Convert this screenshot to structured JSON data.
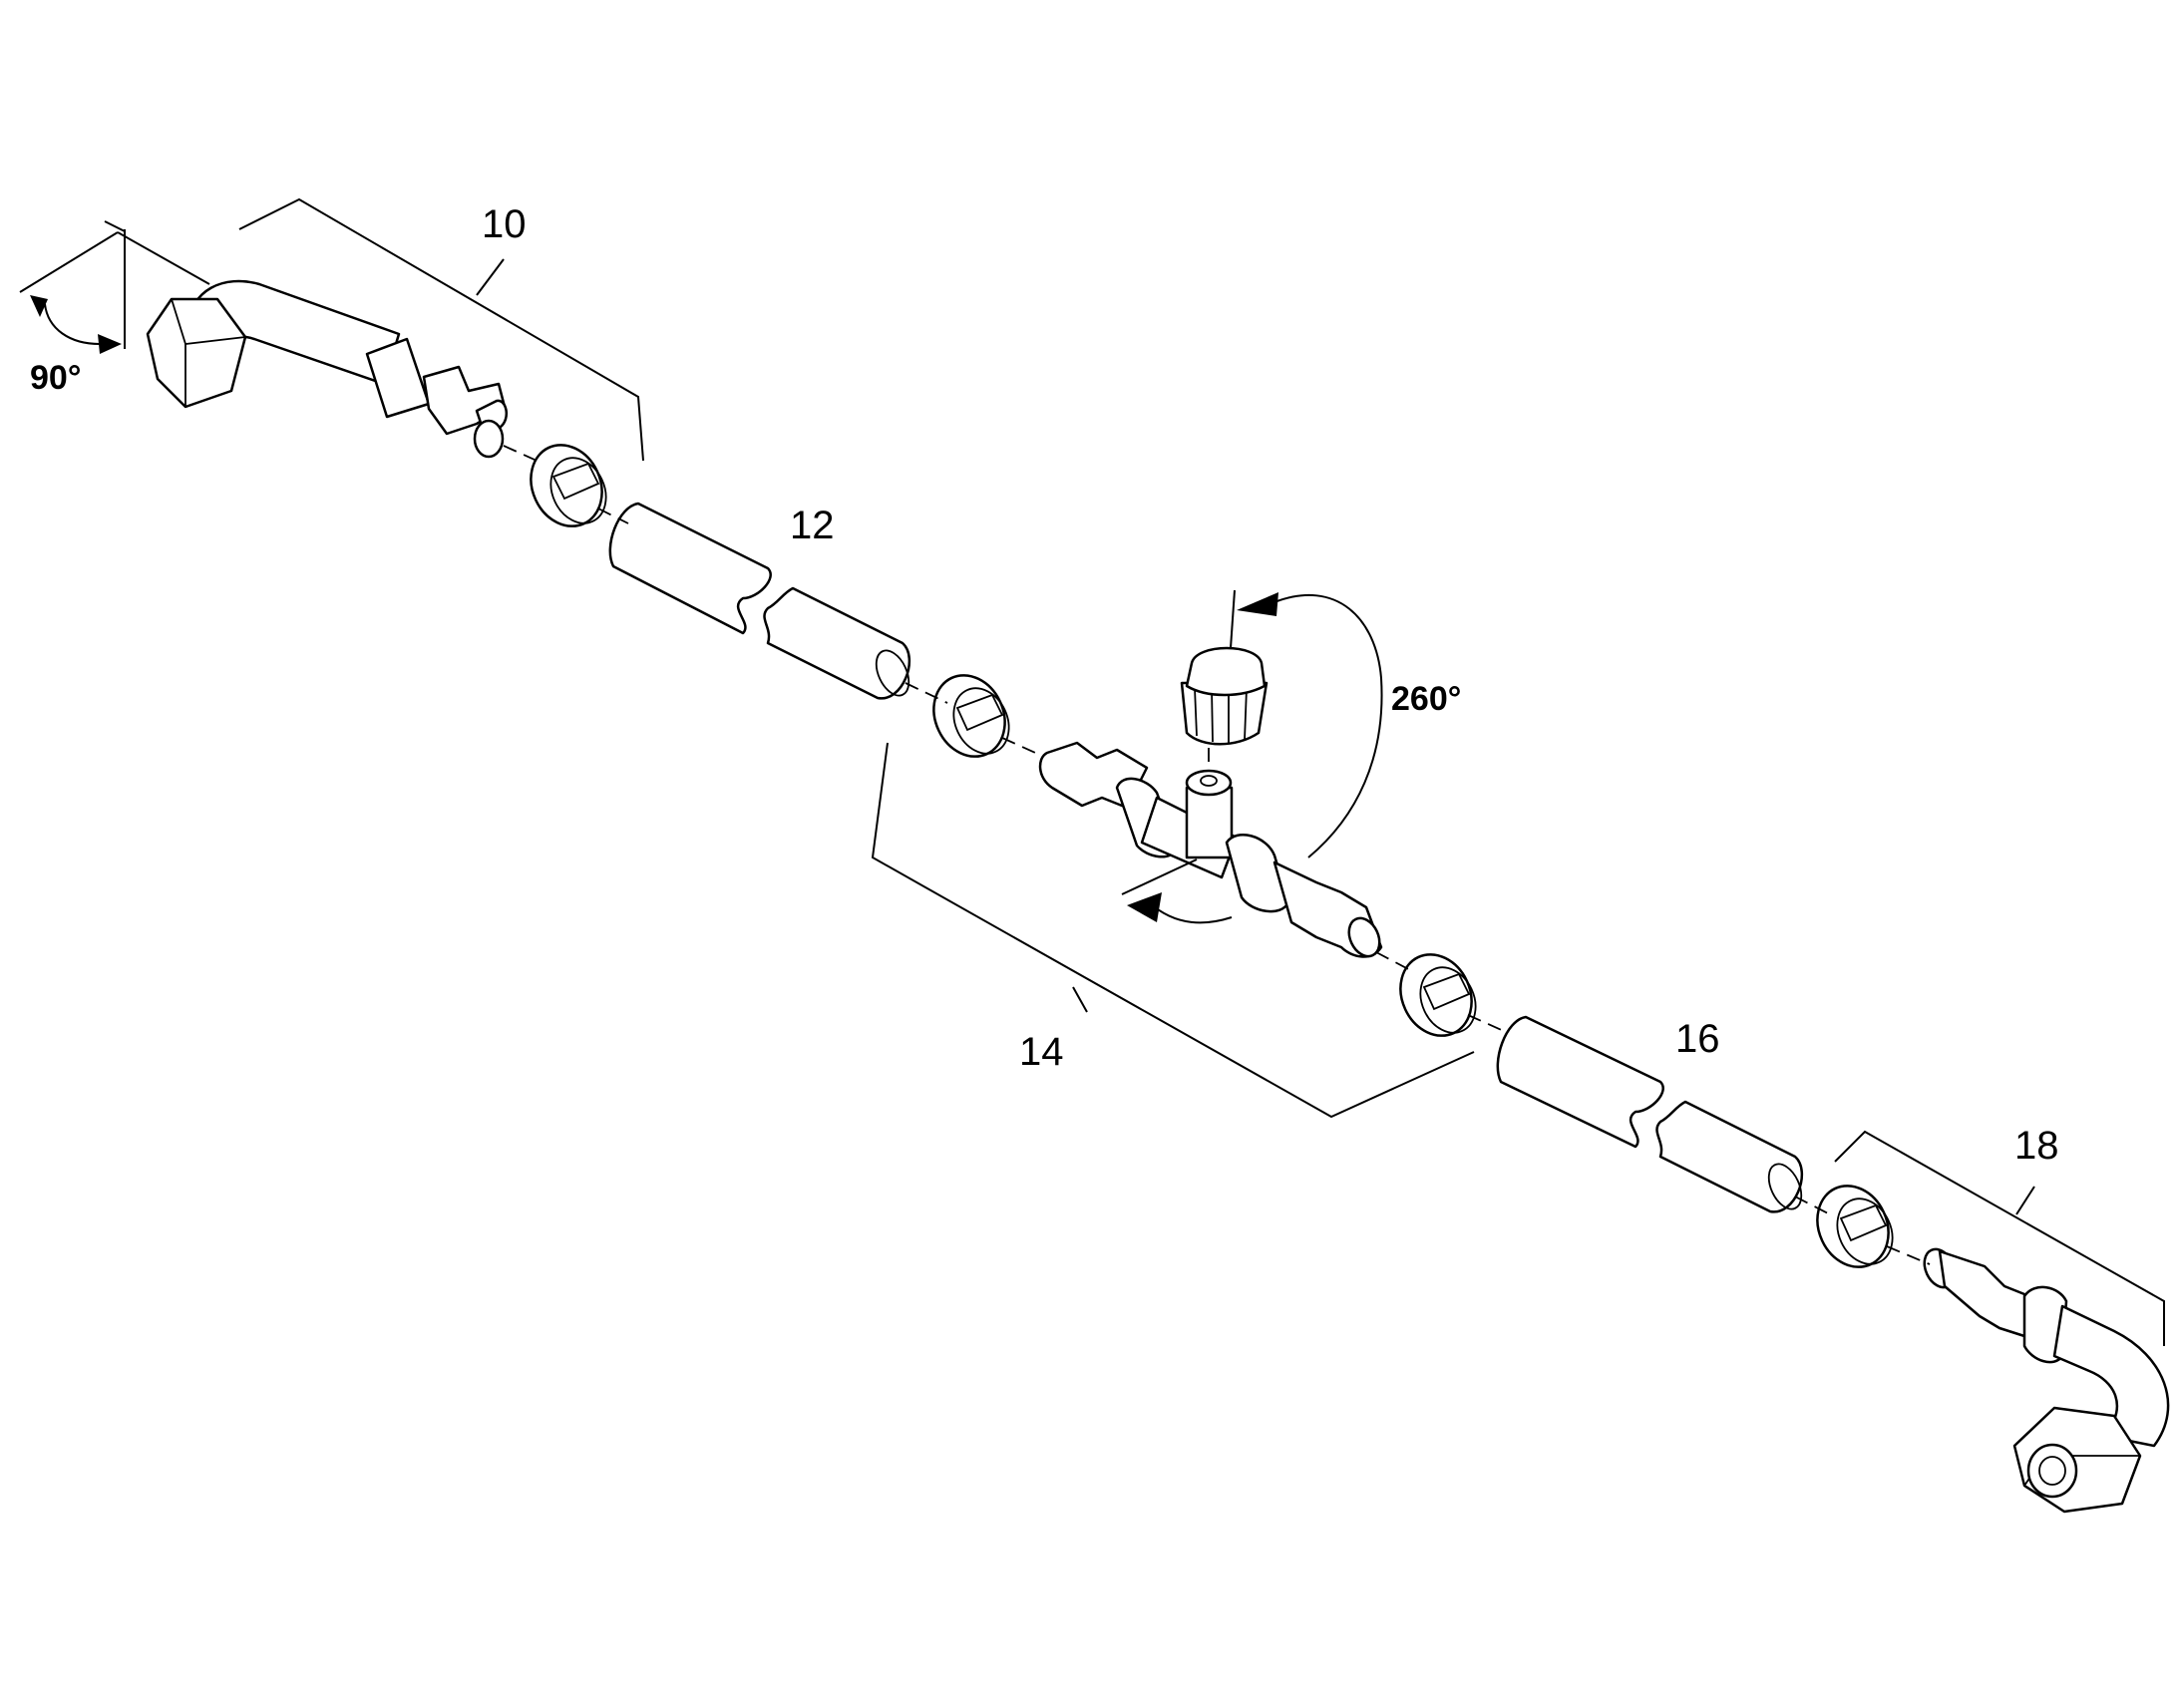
{
  "labels": {
    "part_10": "10",
    "part_12": "12",
    "part_14": "14",
    "part_16": "16",
    "part_18": "18"
  },
  "angles": {
    "elbow_angle": "90°",
    "valve_rotation": "260°"
  }
}
